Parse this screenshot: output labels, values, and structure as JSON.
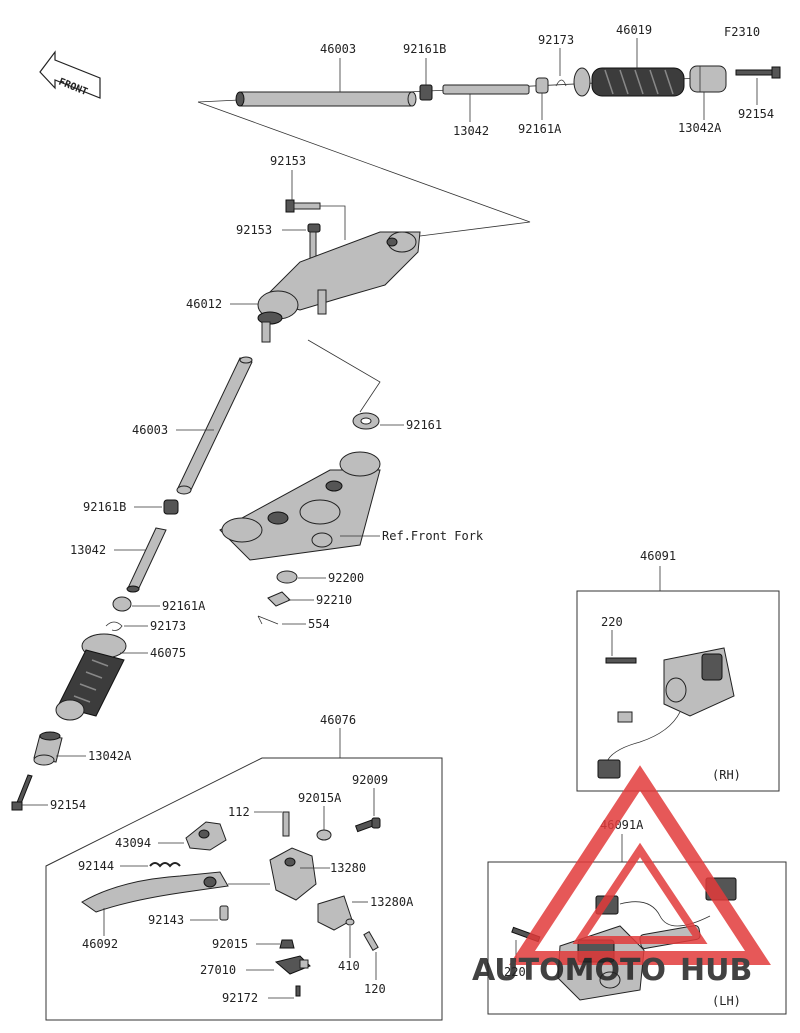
{
  "figure_code": "F2310",
  "front_label": "FRONT",
  "callouts": {
    "p46003_top": "46003",
    "p92161B_top": "92161B",
    "p92173_top": "92173",
    "p46019": "46019",
    "p13042_top": "13042",
    "p92161A_top": "92161A",
    "p13042A_top": "13042A",
    "p92154_top": "92154",
    "p92153_a": "92153",
    "p92153_b": "92153",
    "p46012": "46012",
    "p46003_mid": "46003",
    "p92161": "92161",
    "p92161B_left": "92161B",
    "ref_front_fork": "Ref.Front Fork",
    "p13042_left": "13042",
    "p92200": "92200",
    "p92161A_left": "92161A",
    "p92210": "92210",
    "p92173_left": "92173",
    "p554": "554",
    "p46075": "46075",
    "p13042A_left": "13042A",
    "p92154_left": "92154",
    "p46091": "46091",
    "p220_rh": "220",
    "rh": "(RH)",
    "p46076": "46076",
    "p92009": "92009",
    "p112": "112",
    "p92015A": "92015A",
    "p43094": "43094",
    "p13280": "13280",
    "p92144": "92144",
    "p13280A": "13280A",
    "p92143": "92143",
    "p46092": "46092",
    "p92015": "92015",
    "p410": "410",
    "p27010": "27010",
    "p120": "120",
    "p92172": "92172",
    "p46091A": "46091A",
    "p220_lh": "220",
    "lh": "(LH)"
  },
  "watermark": {
    "part1": "AUTOMOTO",
    "part2": "HUB",
    "color_red": "#e23b3b",
    "color_dark": "#333333"
  }
}
